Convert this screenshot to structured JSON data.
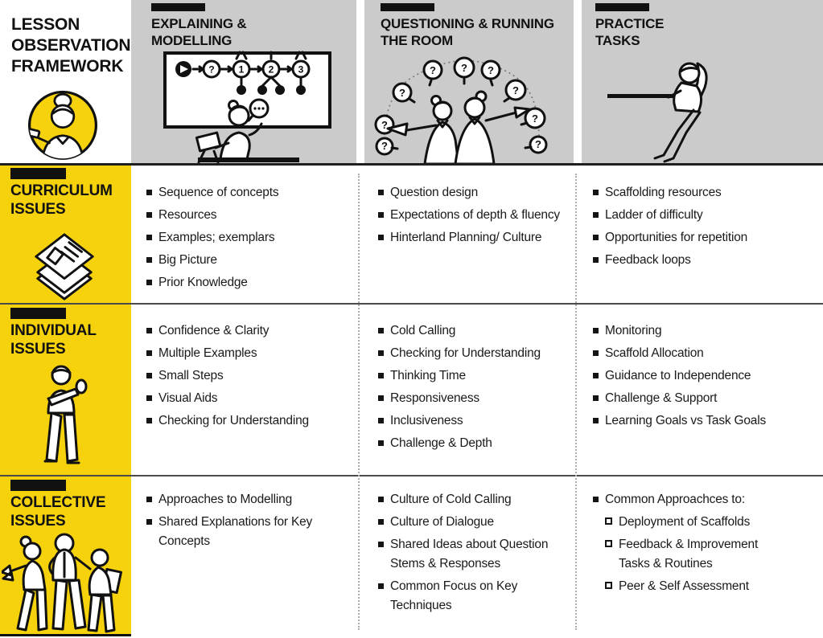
{
  "title": "LESSON OBSERVATION FRAMEWORK",
  "colors": {
    "yellow": "#F5D20B",
    "header_gray": "#CBCBCB",
    "text": "#141414",
    "rule": "#4A4A4A"
  },
  "icons": {
    "badge": "observer-in-yellow-circle",
    "column_illustrations": [
      "teacher-modelling-at-whiteboard",
      "teachers-questioning-the-room",
      "student-working-at-desk"
    ],
    "row_icons": [
      "stacked-papers",
      "standing-teacher-gesturing",
      "three-teachers-group"
    ]
  },
  "columns": [
    {
      "label": "EXPLAINING & MODELLING"
    },
    {
      "label": "QUESTIONING & RUNNING THE ROOM"
    },
    {
      "label": "PRACTICE TASKS"
    }
  ],
  "rows": [
    {
      "label": "CURRICULUM ISSUES",
      "cells": [
        [
          "Sequence of concepts",
          "Resources",
          "Examples; exemplars",
          "Big Picture",
          "Prior Knowledge"
        ],
        [
          "Question design",
          "Expectations of depth & fluency",
          "Hinterland Planning/ Culture"
        ],
        [
          "Scaffolding resources",
          "Ladder of difficulty",
          "Opportunities for repetition",
          "Feedback loops"
        ]
      ]
    },
    {
      "label": "INDIVIDUAL ISSUES",
      "cells": [
        [
          "Confidence & Clarity",
          "Multiple Examples",
          "Small Steps",
          "Visual Aids",
          "Checking for Understanding"
        ],
        [
          "Cold Calling",
          "Checking for Understanding",
          "Thinking Time",
          "Responsiveness",
          "Inclusiveness",
          "Challenge & Depth"
        ],
        [
          "Monitoring",
          "Scaffold Allocation",
          "Guidance to Independence",
          "Challenge & Support",
          "Learning Goals vs Task Goals"
        ]
      ]
    },
    {
      "label": "COLLECTIVE ISSUES",
      "cells": [
        [
          "Approaches to Modelling",
          "Shared Explanations for Key Concepts"
        ],
        [
          "Culture of Cold Calling",
          "Culture of Dialogue",
          "Shared Ideas about Question Stems & Responses",
          "Common Focus on Key Techniques"
        ],
        [
          {
            "text": "Common Approachces to:",
            "subitems": [
              "Deployment of Scaffolds",
              "Feedback & Improvement Tasks & Routines",
              "Peer & Self Assessment"
            ]
          }
        ]
      ]
    }
  ]
}
